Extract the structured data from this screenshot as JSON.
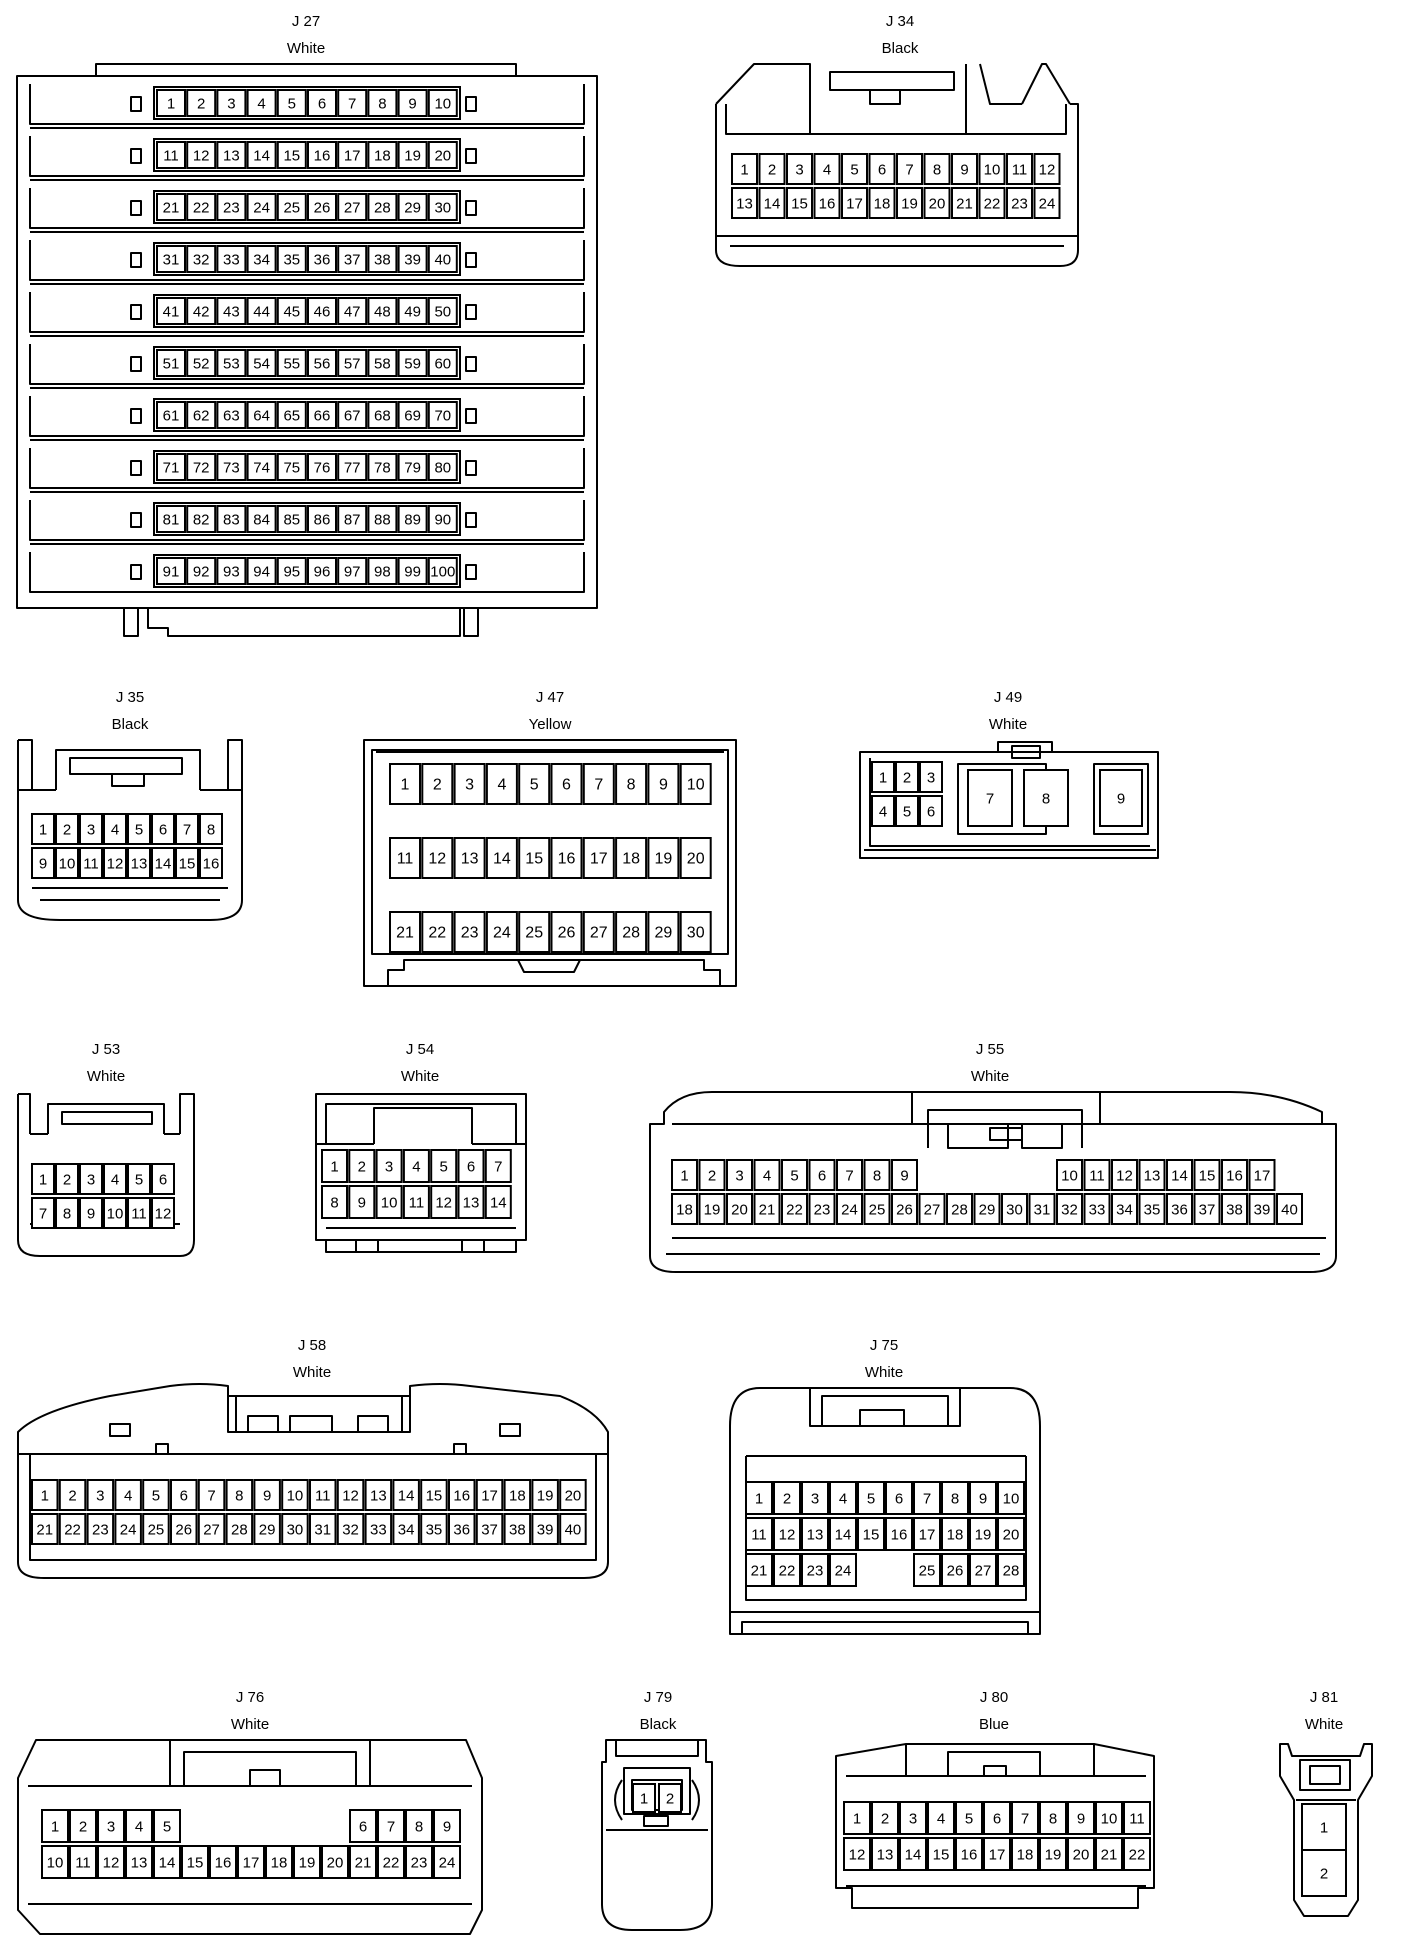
{
  "connectors": {
    "J27": {
      "id": "J 27",
      "color": "White"
    },
    "J34": {
      "id": "J 34",
      "color": "Black"
    },
    "J35": {
      "id": "J 35",
      "color": "Black"
    },
    "J47": {
      "id": "J 47",
      "color": "Yellow"
    },
    "J49": {
      "id": "J 49",
      "color": "White"
    },
    "J53": {
      "id": "J 53",
      "color": "White"
    },
    "J54": {
      "id": "J 54",
      "color": "White"
    },
    "J55": {
      "id": "J 55",
      "color": "White"
    },
    "J58": {
      "id": "J 58",
      "color": "White"
    },
    "J75": {
      "id": "J 75",
      "color": "White"
    },
    "J76": {
      "id": "J 76",
      "color": "White"
    },
    "J79": {
      "id": "J 79",
      "color": "Black"
    },
    "J80": {
      "id": "J 80",
      "color": "Blue"
    },
    "J81": {
      "id": "J 81",
      "color": "White"
    }
  },
  "pins": {
    "J27": [
      [
        "1",
        "2",
        "3",
        "4",
        "5",
        "6",
        "7",
        "8",
        "9",
        "10"
      ],
      [
        "11",
        "12",
        "13",
        "14",
        "15",
        "16",
        "17",
        "18",
        "19",
        "20"
      ],
      [
        "21",
        "22",
        "23",
        "24",
        "25",
        "26",
        "27",
        "28",
        "29",
        "30"
      ],
      [
        "31",
        "32",
        "33",
        "34",
        "35",
        "36",
        "37",
        "38",
        "39",
        "40"
      ],
      [
        "41",
        "42",
        "43",
        "44",
        "45",
        "46",
        "47",
        "48",
        "49",
        "50"
      ],
      [
        "51",
        "52",
        "53",
        "54",
        "55",
        "56",
        "57",
        "58",
        "59",
        "60"
      ],
      [
        "61",
        "62",
        "63",
        "64",
        "65",
        "66",
        "67",
        "68",
        "69",
        "70"
      ],
      [
        "71",
        "72",
        "73",
        "74",
        "75",
        "76",
        "77",
        "78",
        "79",
        "80"
      ],
      [
        "81",
        "82",
        "83",
        "84",
        "85",
        "86",
        "87",
        "88",
        "89",
        "90"
      ],
      [
        "91",
        "92",
        "93",
        "94",
        "95",
        "96",
        "97",
        "98",
        "99",
        "100"
      ]
    ],
    "J34": [
      [
        "1",
        "2",
        "3",
        "4",
        "5",
        "6",
        "7",
        "8",
        "9",
        "10",
        "11",
        "12"
      ],
      [
        "13",
        "14",
        "15",
        "16",
        "17",
        "18",
        "19",
        "20",
        "21",
        "22",
        "23",
        "24"
      ]
    ],
    "J35": [
      [
        "1",
        "2",
        "3",
        "4",
        "5",
        "6",
        "7",
        "8"
      ],
      [
        "9",
        "10",
        "11",
        "12",
        "13",
        "14",
        "15",
        "16"
      ]
    ],
    "J47": [
      [
        "1",
        "2",
        "3",
        "4",
        "5",
        "6",
        "7",
        "8",
        "9",
        "10"
      ],
      [
        "11",
        "12",
        "13",
        "14",
        "15",
        "16",
        "17",
        "18",
        "19",
        "20"
      ],
      [
        "21",
        "22",
        "23",
        "24",
        "25",
        "26",
        "27",
        "28",
        "29",
        "30"
      ]
    ],
    "J49": {
      "grid": [
        [
          "1",
          "2",
          "3"
        ],
        [
          "4",
          "5",
          "6"
        ]
      ],
      "large": [
        "7",
        "8",
        "9"
      ]
    },
    "J53": [
      [
        "1",
        "2",
        "3",
        "4",
        "5",
        "6"
      ],
      [
        "7",
        "8",
        "9",
        "10",
        "11",
        "12"
      ]
    ],
    "J54": [
      [
        "1",
        "2",
        "3",
        "4",
        "5",
        "6",
        "7"
      ],
      [
        "8",
        "9",
        "10",
        "11",
        "12",
        "13",
        "14"
      ]
    ],
    "J55": [
      [
        "1",
        "2",
        "3",
        "4",
        "5",
        "6",
        "7",
        "8",
        "9",
        "",
        "",
        "",
        "",
        "",
        "10",
        "11",
        "12",
        "13",
        "14",
        "15",
        "16",
        "17"
      ],
      [
        "18",
        "19",
        "20",
        "21",
        "22",
        "23",
        "24",
        "25",
        "26",
        "27",
        "28",
        "29",
        "30",
        "31",
        "32",
        "33",
        "34",
        "35",
        "36",
        "37",
        "38",
        "39",
        "40"
      ]
    ],
    "J58": [
      [
        "1",
        "2",
        "3",
        "4",
        "5",
        "6",
        "7",
        "8",
        "9",
        "10",
        "11",
        "12",
        "13",
        "14",
        "15",
        "16",
        "17",
        "18",
        "19",
        "20"
      ],
      [
        "21",
        "22",
        "23",
        "24",
        "25",
        "26",
        "27",
        "28",
        "29",
        "30",
        "31",
        "32",
        "33",
        "34",
        "35",
        "36",
        "37",
        "38",
        "39",
        "40"
      ]
    ],
    "J75": [
      [
        "1",
        "2",
        "3",
        "4",
        "5",
        "6",
        "7",
        "8",
        "9",
        "10"
      ],
      [
        "11",
        "12",
        "13",
        "14",
        "15",
        "16",
        "17",
        "18",
        "19",
        "20"
      ],
      [
        "21",
        "22",
        "23",
        "24",
        "",
        "",
        "25",
        "26",
        "27",
        "28"
      ]
    ],
    "J76": [
      [
        "1",
        "2",
        "3",
        "4",
        "5",
        "",
        "",
        "",
        "",
        "",
        "",
        "6",
        "7",
        "8",
        "9"
      ],
      [
        "10",
        "11",
        "12",
        "13",
        "14",
        "15",
        "16",
        "17",
        "18",
        "19",
        "20",
        "21",
        "22",
        "23",
        "24"
      ]
    ],
    "J79": [
      [
        "1",
        "2"
      ]
    ],
    "J80": [
      [
        "1",
        "2",
        "3",
        "4",
        "5",
        "6",
        "7",
        "8",
        "9",
        "10",
        "11"
      ],
      [
        "12",
        "13",
        "14",
        "15",
        "16",
        "17",
        "18",
        "19",
        "20",
        "21",
        "22"
      ]
    ],
    "J81": [
      [
        "1"
      ],
      [
        "2"
      ]
    ]
  }
}
